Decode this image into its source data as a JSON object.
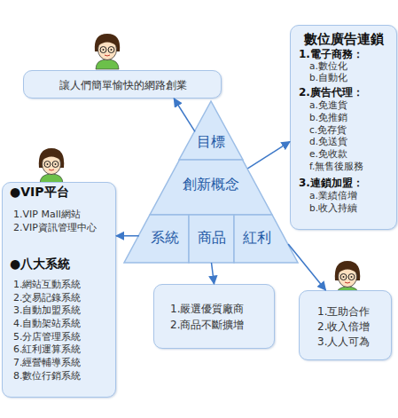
{
  "diagram": {
    "nodes": [
      {
        "text": [
          "讓人們簡單愉快的網路創業"
        ]
      },
      {
        "text": [
          "數位廣告連鎖",
          "1.電子商務：",
          "a.數位化",
          "b.自動化",
          "2.廣告代理：",
          "a.免進貨",
          "b.免推銷",
          "c.免存貨",
          "d.免送貨",
          "e.免收款",
          "f.無售後服務",
          "3.連鎖加盟：",
          "a.業績倍增",
          "b.收入持續"
        ]
      },
      {
        "text": [
          "目標"
        ]
      },
      {
        "text": [
          "創新概念"
        ]
      },
      {
        "text": [
          "系統"
        ]
      },
      {
        "text": [
          "商品"
        ]
      },
      {
        "text": [
          "紅利"
        ]
      },
      {
        "text": [
          "●VIP平台",
          "1.VIP Mall網站",
          "2.VIP資訊管理中心",
          "●八大系統",
          "1.網站互動系統",
          "2.交易記錄系統",
          "3.自動加盟系統",
          "4.自動架站系統",
          "5.分店管理系統",
          "6.紅利運算系統",
          "7.經營輔導系統",
          "8.數位行銷系統"
        ]
      },
      {
        "text": [
          "1.嚴選優質廠商",
          "2.商品不斷擴增"
        ]
      },
      {
        "text": [
          "1.互助合作",
          "2.收入倍增",
          "3.人人可為"
        ]
      }
    ],
    "edges": [
      {
        "from": 2,
        "to": 0,
        "arrow": "to"
      },
      {
        "from": 3,
        "to": 1,
        "arrow": "to"
      },
      {
        "from": 4,
        "to": 7,
        "arrow": "to"
      },
      {
        "from": 5,
        "to": 8,
        "arrow": "to"
      },
      {
        "from": 6,
        "to": 9,
        "arrow": "to"
      }
    ]
  }
}
